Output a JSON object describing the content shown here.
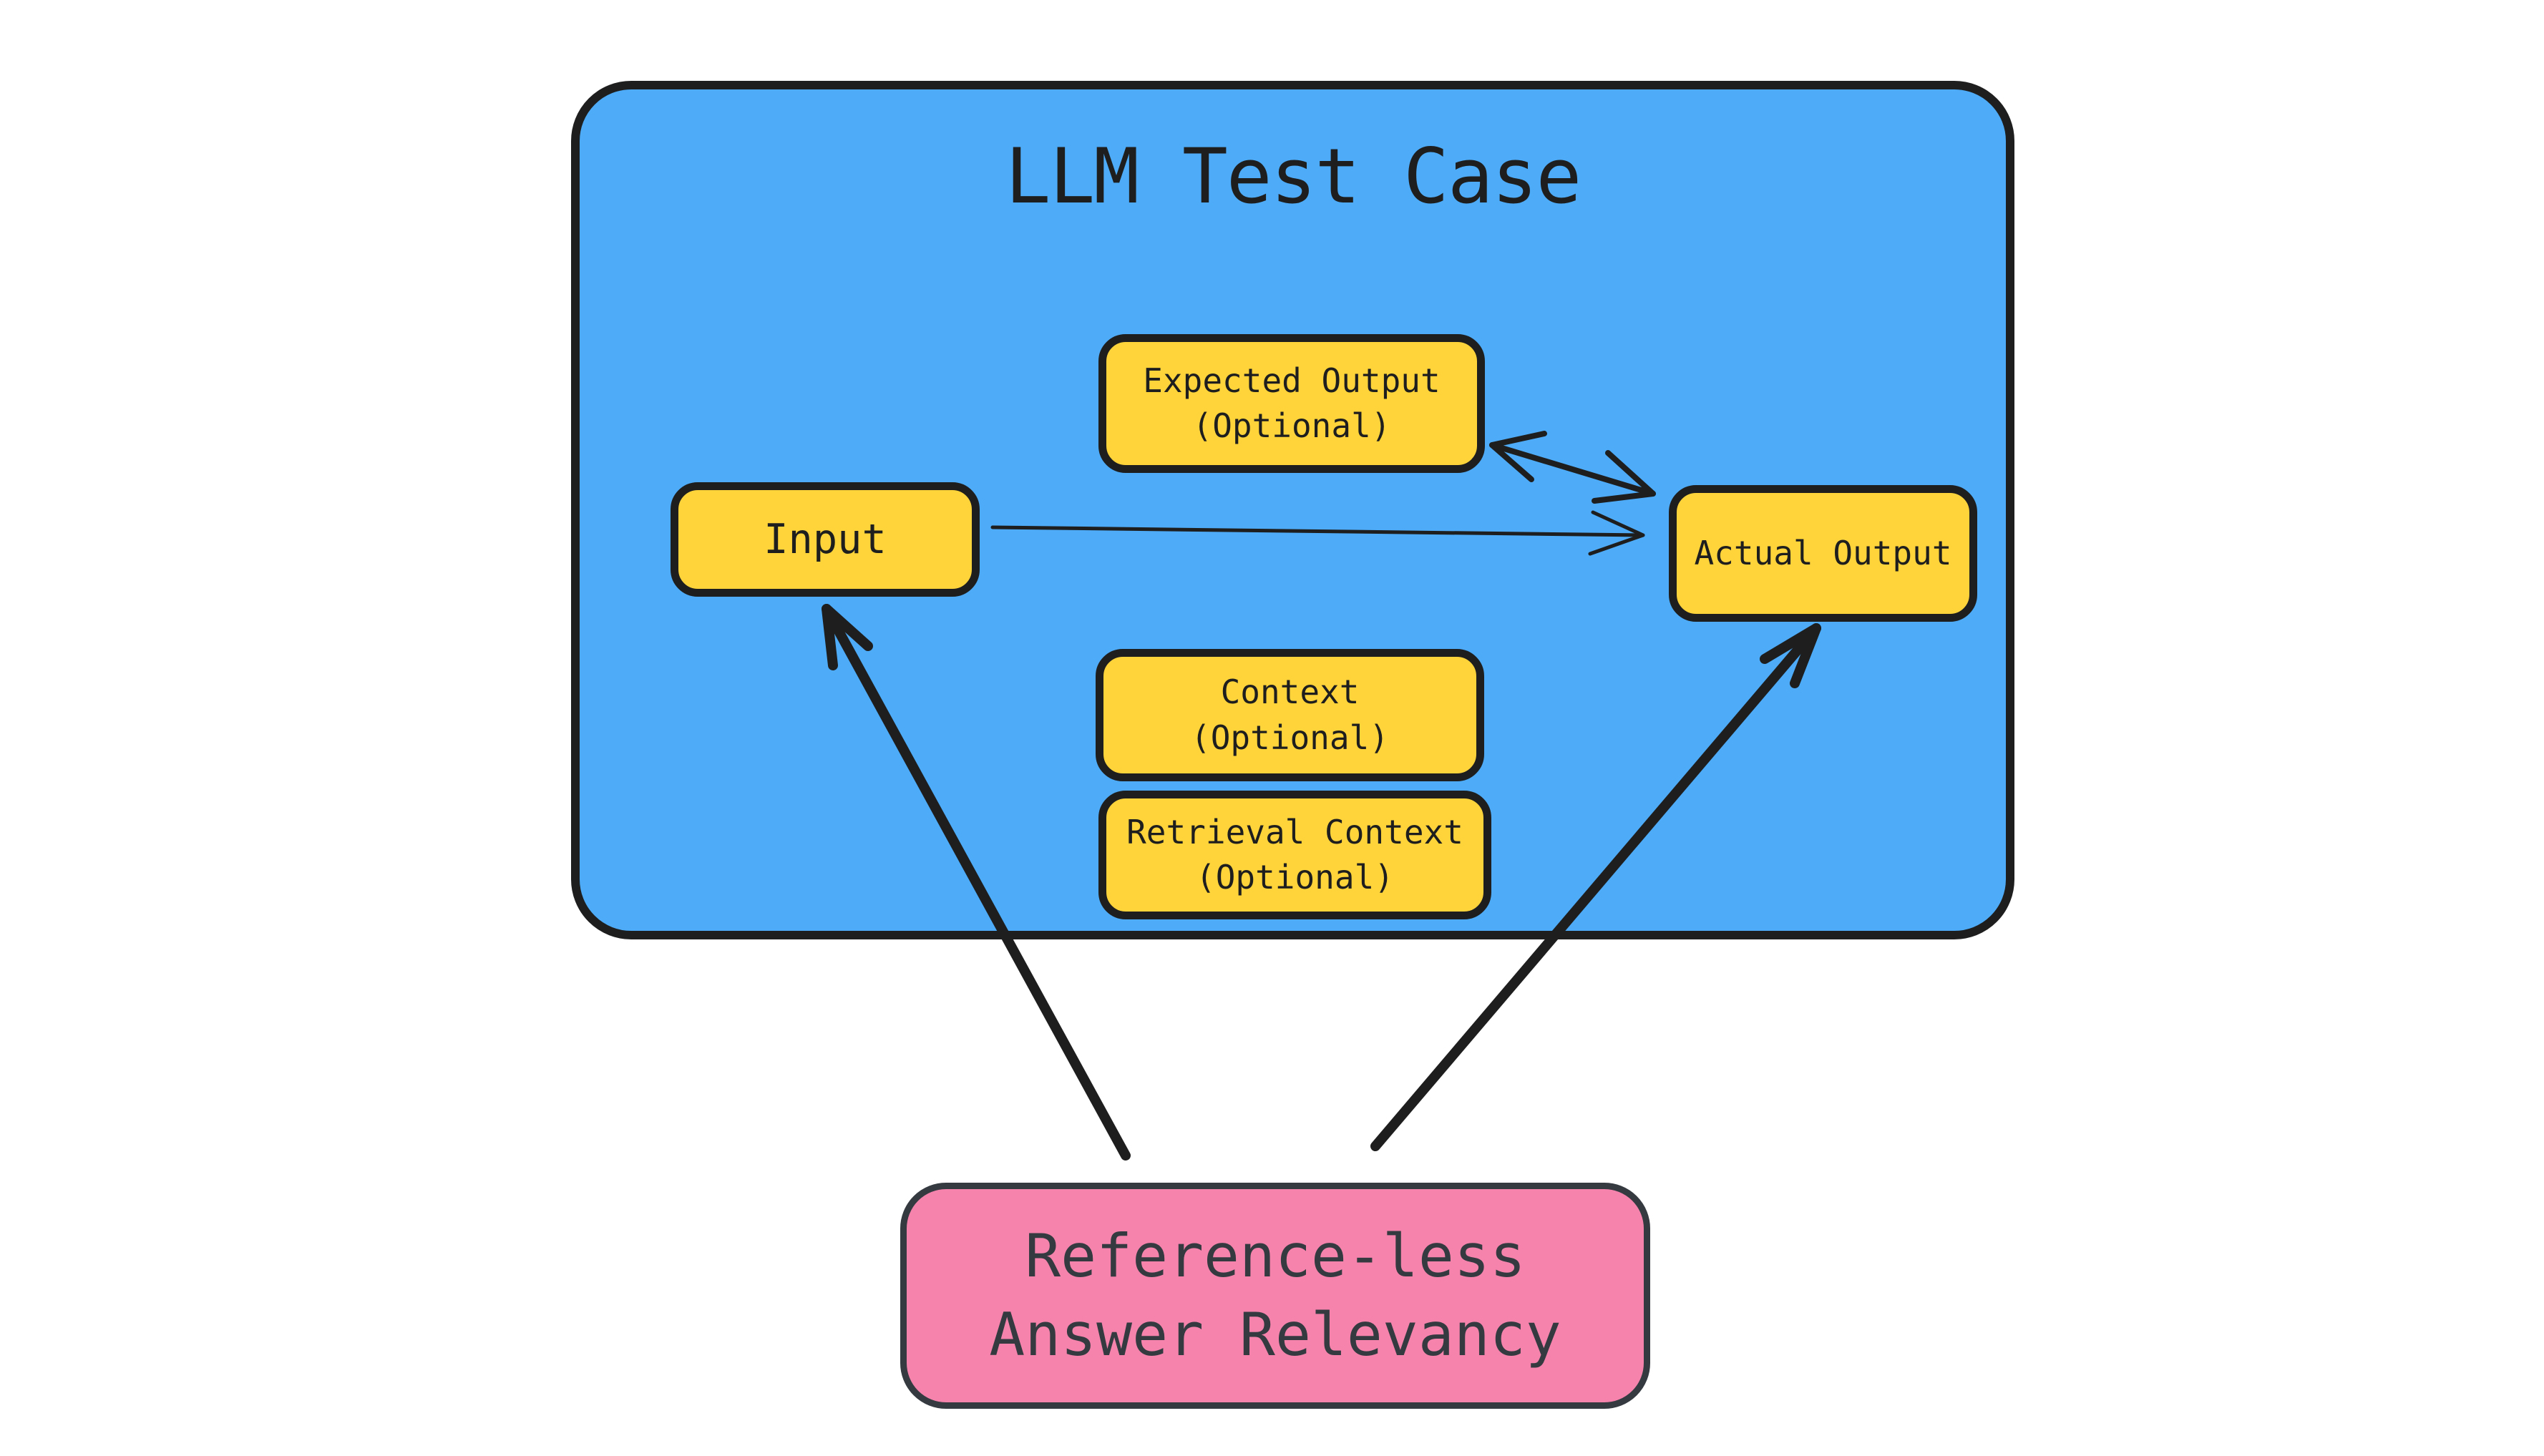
{
  "colors": {
    "canvas-bg": "#ffffff",
    "container-blue": "#4dabf7",
    "box-yellow": "#ffd43b",
    "stroke-dark": "#1e1e1e",
    "metric-pink": "#f583ac",
    "metric-stroke": "#343a40",
    "metric-text": "#343a40"
  },
  "container": {
    "title": "LLM Test Case"
  },
  "boxes": {
    "expected_output": {
      "line1": "Expected Output",
      "line2": "(Optional)"
    },
    "input": {
      "label": "Input"
    },
    "actual_output": {
      "label": "Actual Output"
    },
    "context": {
      "line1": "Context",
      "line2": "(Optional)"
    },
    "retrieval_context": {
      "line1": "Retrieval Context",
      "line2": "(Optional)"
    }
  },
  "metric": {
    "line1": "Reference-less",
    "line2": "Answer Relevancy"
  }
}
